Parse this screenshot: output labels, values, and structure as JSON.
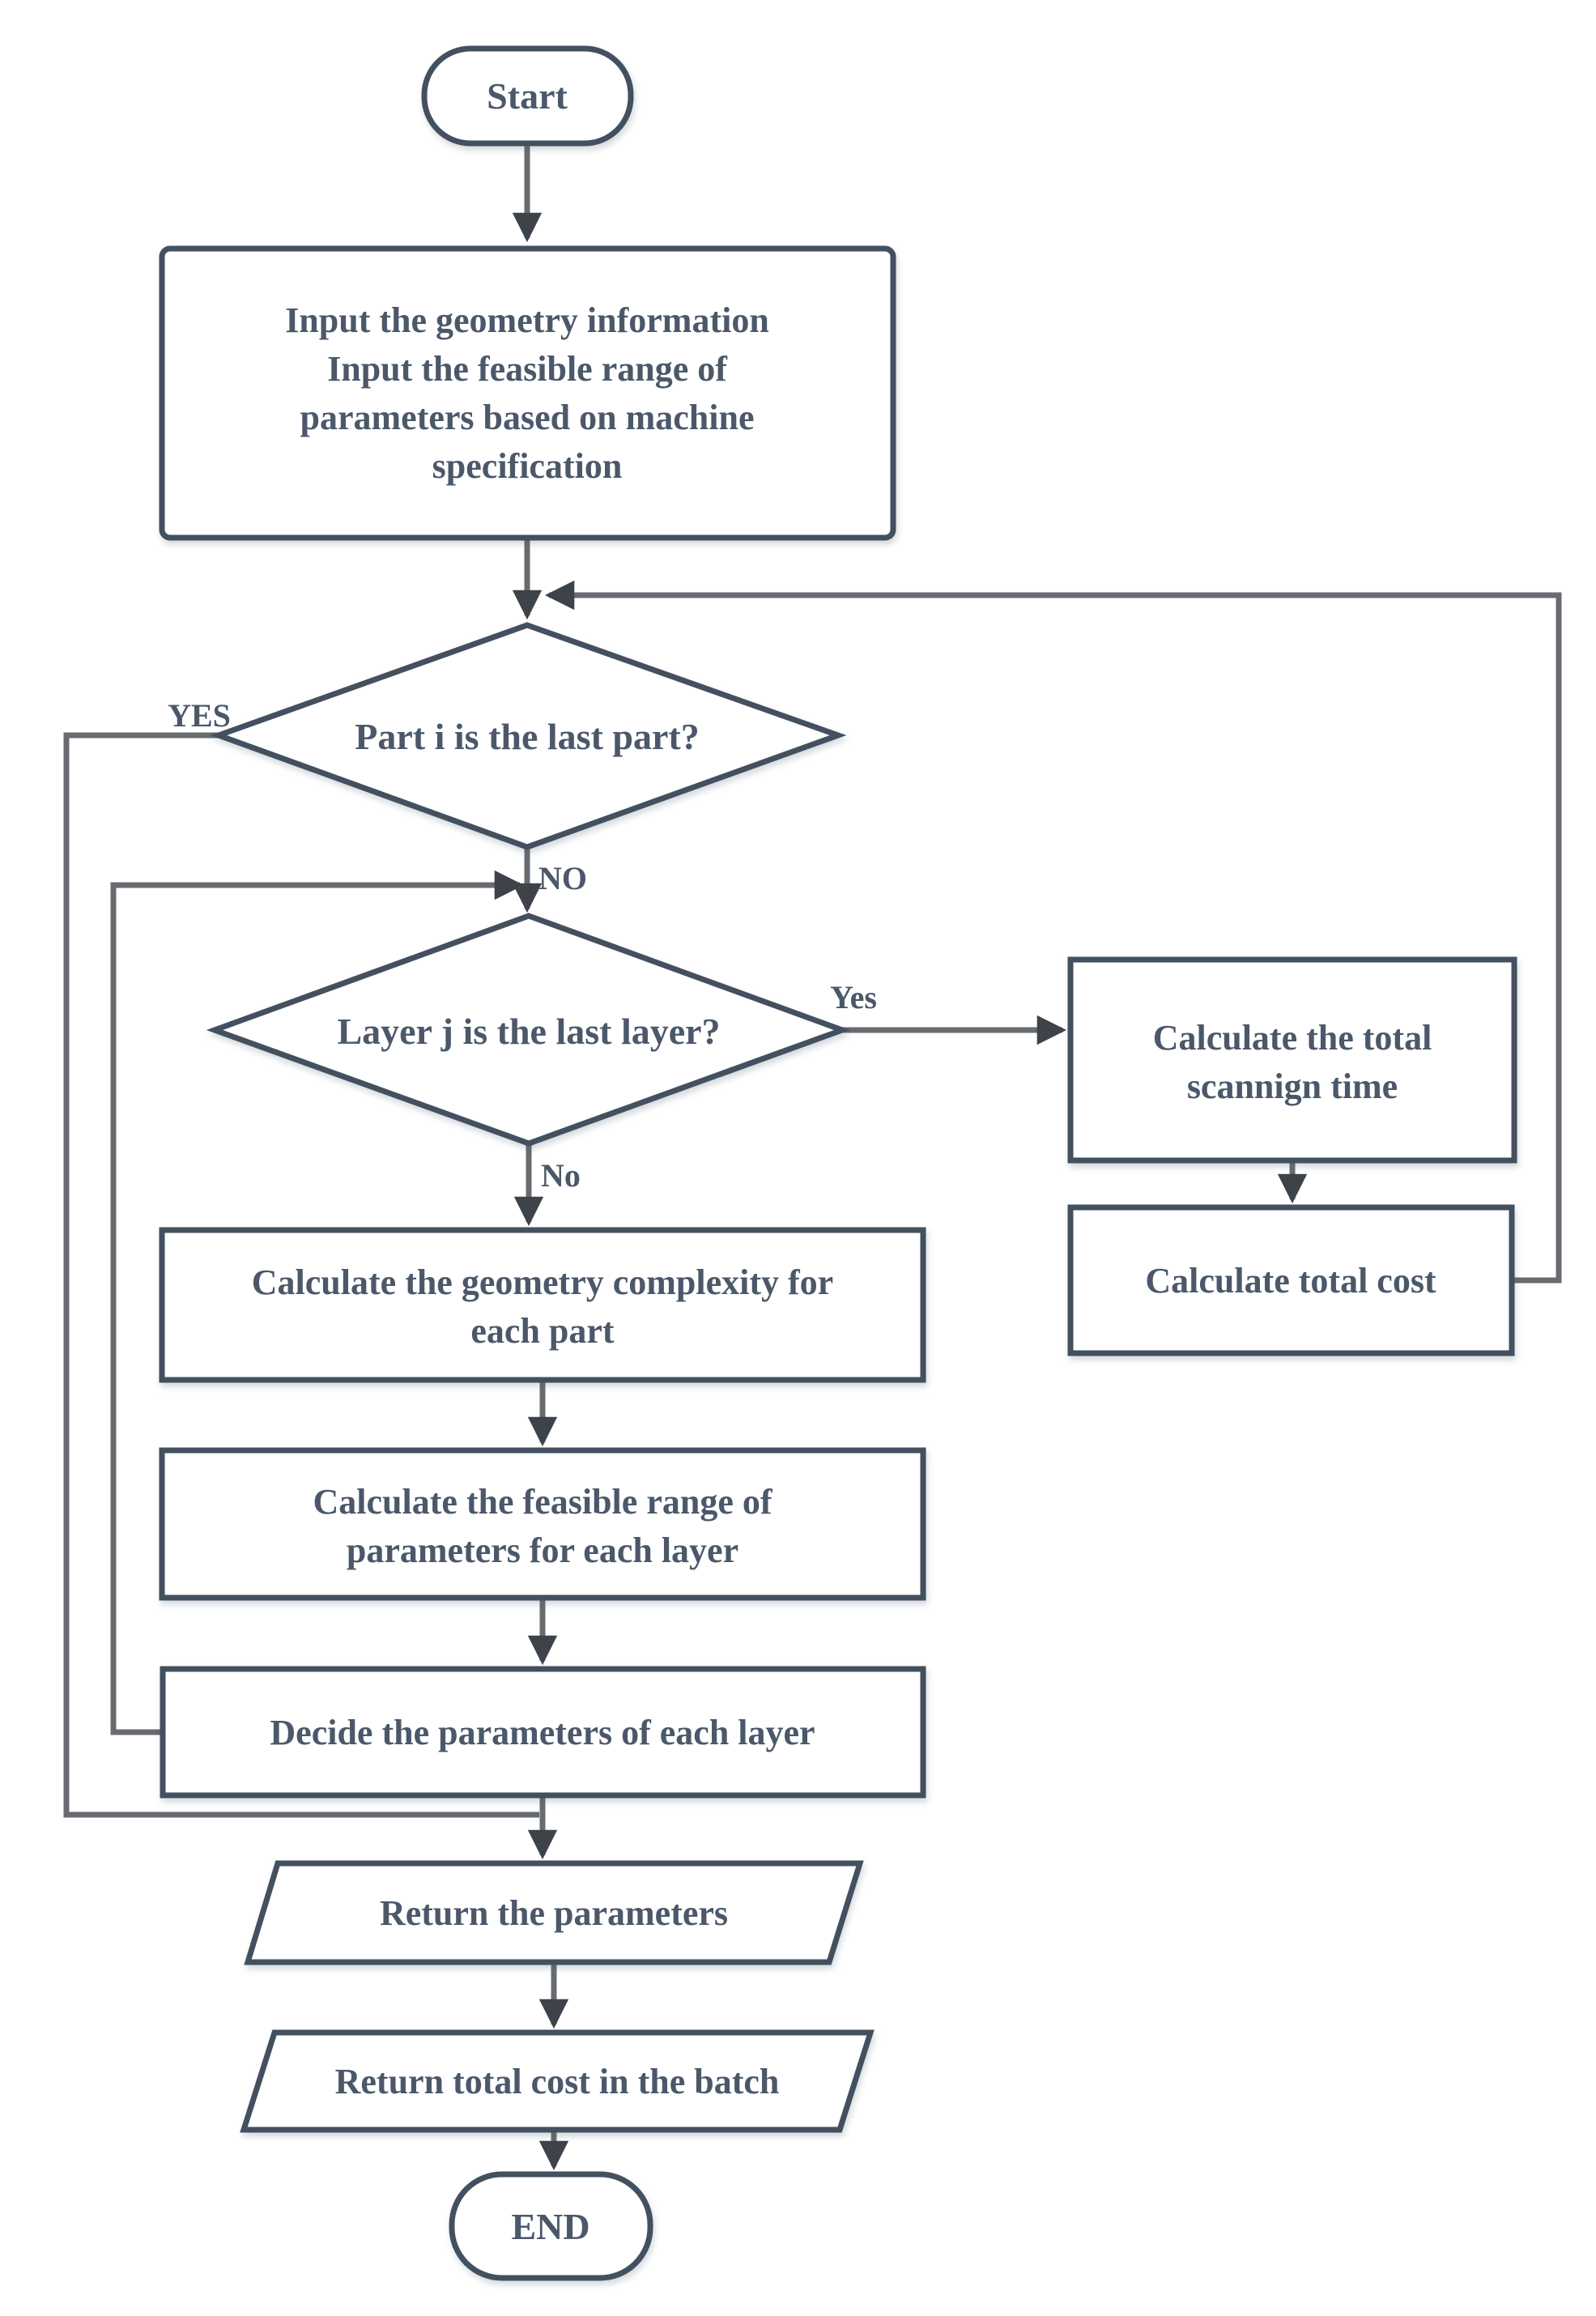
{
  "nodes": {
    "start": {
      "label": "Start"
    },
    "input": {
      "line1": "Input the geometry information",
      "line2": "Input the feasible range of",
      "line3": "parameters based on machine",
      "line4": "specification"
    },
    "part_decision": {
      "label": "Part i is the last part?"
    },
    "layer_decision": {
      "label": "Layer j is the last layer?"
    },
    "scan_time": {
      "line1": "Calculate the total",
      "line2": "scannign time"
    },
    "total_cost": {
      "label": "Calculate total cost"
    },
    "geometry_complexity": {
      "line1": "Calculate the geometry complexity for",
      "line2": "each part"
    },
    "feasible_range": {
      "line1": "Calculate the feasible range of",
      "line2": "parameters for each layer"
    },
    "decide_parameters": {
      "label": "Decide the parameters of each layer"
    },
    "return_parameters": {
      "label": "Return the parameters"
    },
    "return_total_cost": {
      "label": "Return total cost in the batch"
    },
    "end": {
      "label": "END"
    }
  },
  "edge_labels": {
    "part_yes": "YES",
    "part_no": "NO",
    "layer_yes": "Yes",
    "layer_no": "No"
  },
  "colors": {
    "node_border": "#42505f",
    "connector": "#686c71",
    "arrowhead": "#3e434a",
    "text": "#4b586a",
    "background": "#ffffff"
  }
}
